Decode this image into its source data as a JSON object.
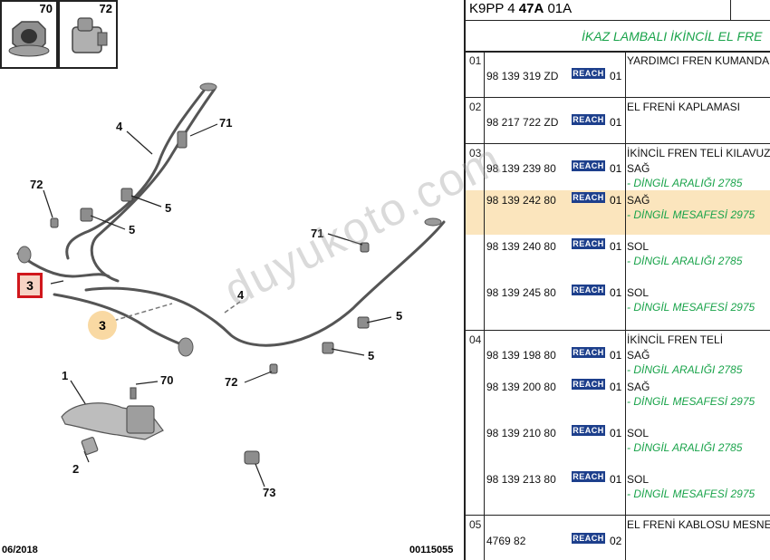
{
  "diagram": {
    "thumbnails": [
      {
        "num": "70",
        "icon": "flange-nut-icon"
      },
      {
        "num": "72",
        "icon": "cable-clip-icon"
      }
    ],
    "labels": [
      {
        "text": "4"
      },
      {
        "text": "71"
      },
      {
        "text": "72"
      },
      {
        "text": "5"
      },
      {
        "text": "5"
      },
      {
        "text": "71"
      },
      {
        "text": "4"
      },
      {
        "text": "5"
      },
      {
        "text": "5"
      },
      {
        "text": "72"
      },
      {
        "text": "1"
      },
      {
        "text": "70"
      },
      {
        "text": "2"
      },
      {
        "text": "73"
      }
    ],
    "callout_box": "3",
    "callout_circle": "3",
    "footer_left": "06/2018",
    "footer_right": "00115055"
  },
  "parts": {
    "header_code_a": "K9PP 4 ",
    "header_code_b": "47A",
    "header_code_c": " 01A",
    "title": "İKAZ LAMBALI İKİNCİL EL FRE",
    "groups": [
      {
        "num": "01",
        "desc": "YARDIMCI FREN KUMANDA",
        "rows": [
          {
            "pn": "98 139 319 ZD",
            "qty": "01",
            "lines": []
          }
        ]
      },
      {
        "num": "02",
        "desc": "EL FRENİ KAPLAMASI",
        "rows": [
          {
            "pn": "98 217 722 ZD",
            "qty": "01",
            "lines": []
          }
        ]
      },
      {
        "num": "03",
        "desc": "İKİNCİL FREN TELİ KILAVUZ",
        "rows": [
          {
            "pn": "98 139 239 80",
            "qty": "01",
            "lines": [
              "SAĞ",
              "- DİNGİL ARALIĞI 2785"
            ]
          },
          {
            "pn": "98 139 242 80",
            "qty": "01",
            "lines": [
              "SAĞ",
              "- DİNGİL MESAFESİ 2975"
            ]
          },
          {
            "pn": "98 139 240 80",
            "qty": "01",
            "lines": [
              "SOL",
              "- DİNGİL ARALIĞI 2785"
            ]
          },
          {
            "pn": "98 139 245 80",
            "qty": "01",
            "lines": [
              "SOL",
              "- DİNGİL MESAFESİ 2975"
            ]
          }
        ]
      },
      {
        "num": "04",
        "desc": "İKİNCİL FREN TELİ",
        "rows": [
          {
            "pn": "98 139 198 80",
            "qty": "01",
            "lines": [
              "SAĞ",
              "- DİNGİL ARALIĞI 2785"
            ]
          },
          {
            "pn": "98 139 200 80",
            "qty": "01",
            "lines": [
              "SAĞ",
              "- DİNGİL MESAFESİ 2975"
            ]
          },
          {
            "pn": "98 139 210 80",
            "qty": "01",
            "lines": [
              "SOL",
              "- DİNGİL ARALIĞI 2785"
            ]
          },
          {
            "pn": "98 139 213 80",
            "qty": "01",
            "lines": [
              "SOL",
              "- DİNGİL MESAFESİ 2975"
            ]
          }
        ]
      },
      {
        "num": "05",
        "desc": "EL FRENİ KABLOSU MESNE",
        "rows": [
          {
            "pn": "4769 82",
            "qty": "02",
            "lines": []
          }
        ]
      }
    ],
    "reach_label": "REACH",
    "highlight_color": "#fbe5bd",
    "note_color": "#19a34a",
    "reach_color": "#1d3f8c"
  },
  "watermark": "duyukoto.com"
}
